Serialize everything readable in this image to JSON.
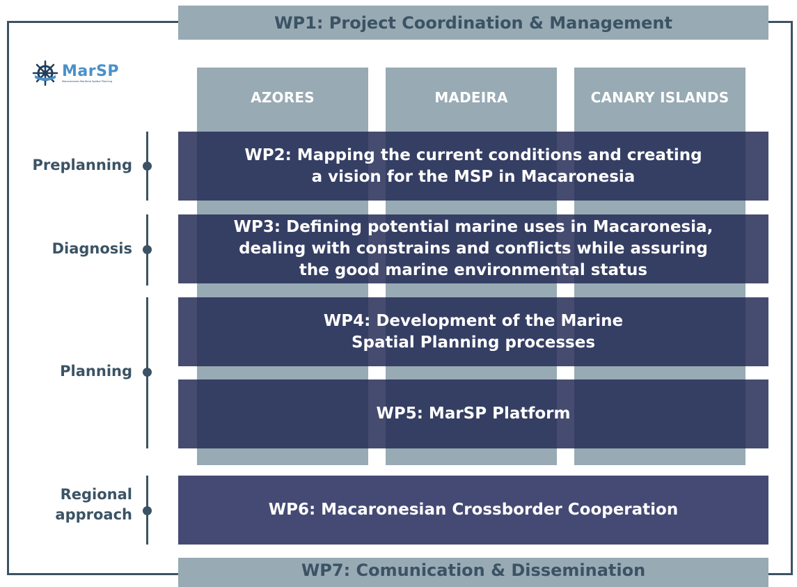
{
  "logo": {
    "title": "MarSP",
    "subtitle": "Macaronesian Maritime Spatial Planning",
    "icon": "ship-wheel-icon"
  },
  "wp1": "WP1: Project Coordination & Management",
  "columns": {
    "azores": "AZORES",
    "madeira": "MADEIRA",
    "canary": "CANARY ISLANDS"
  },
  "phases": {
    "preplanning": "Preplanning",
    "diagnosis": "Diagnosis",
    "planning": "Planning",
    "regional": "Regional\napproach"
  },
  "wps": {
    "wp2": "WP2: Mapping the current conditions and creating\na vision for the MSP in Macaronesia",
    "wp3": "WP3: Defining potential marine uses in Macaronesia,\ndealing with constrains and conflicts while assuring\nthe good marine environmental status",
    "wp4": "WP4: Development of the Marine\nSpatial Planning processes",
    "wp5": "WP5: MarSP Platform",
    "wp6": "WP6: Macaronesian Crossborder Cooperation"
  },
  "wp7": "WP7: Comunication & Dissemination",
  "colors": {
    "frame": "#3b5364",
    "gray": "#98aab4",
    "navy": "#232a54",
    "logo_blue": "#4a90c8"
  }
}
